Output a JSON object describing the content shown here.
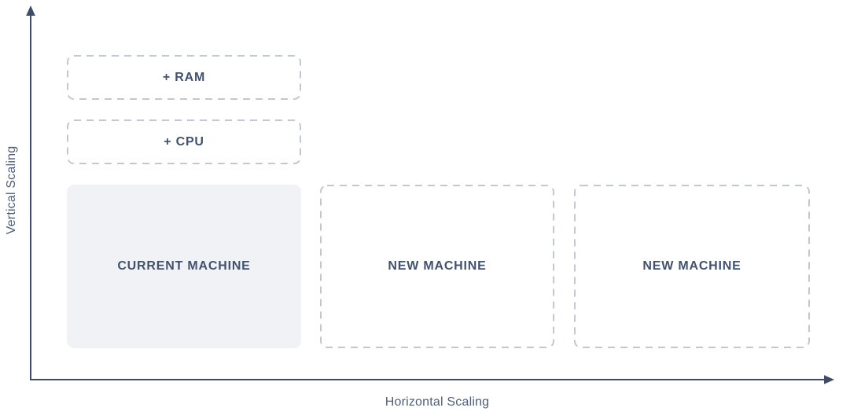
{
  "diagram": {
    "y_axis_label": "Vertical Scaling",
    "x_axis_label": "Horizontal Scaling",
    "vertical_options": [
      {
        "label": "+ RAM"
      },
      {
        "label": "+ CPU"
      }
    ],
    "current_machine": {
      "label": "CURRENT MACHINE"
    },
    "new_machines": [
      {
        "label": "NEW MACHINE"
      },
      {
        "label": "NEW MACHINE"
      }
    ],
    "colors": {
      "axis": "#3f4c67",
      "label_text": "#42526e",
      "axis_label_text": "#4f5e78",
      "dashed_border": "#c2c8d2",
      "current_fill": "#f1f2f5"
    }
  }
}
